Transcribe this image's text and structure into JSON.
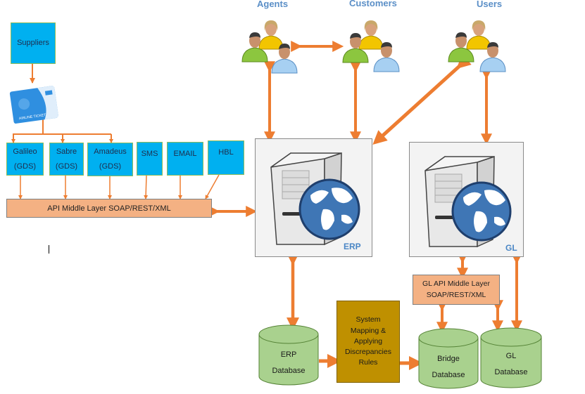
{
  "colors": {
    "arrow": "#ed7d31",
    "supplier_box": "#00b0f0",
    "middle_layer": "#f4b183",
    "mapping_box": "#bf9000",
    "database": "#a9d18e",
    "group_label": "#5b8fc7"
  },
  "user_groups": [
    {
      "label": "Agents",
      "icon": "users-group-icon"
    },
    {
      "label": "Customers",
      "icon": "users-group-icon"
    },
    {
      "label": "Users",
      "icon": "users-group-icon"
    }
  ],
  "suppliers": {
    "label": "Suppliers",
    "icon": "ticket-icon"
  },
  "channels": [
    {
      "line1": "Galileo",
      "line2": "(GDS)"
    },
    {
      "line1": "Sabre",
      "line2": "(GDS)"
    },
    {
      "line1": "Amadeus",
      "line2": "(GDS)"
    },
    {
      "line1": "SMS",
      "line2": ""
    },
    {
      "line1": "EMAIL",
      "line2": ""
    },
    {
      "line1": "HBL",
      "line2": ""
    }
  ],
  "api_middle_layer": "API Middle Layer SOAP/REST/XML",
  "servers": [
    {
      "label": "ERP",
      "icon": "web-server-icon"
    },
    {
      "label": "GL",
      "icon": "web-server-icon"
    }
  ],
  "gl_middle_layer": {
    "line1": "GL API Middle Layer",
    "line2": "SOAP/REST/XML"
  },
  "mapping": {
    "lines": [
      "System",
      "Mapping &",
      "Applying",
      "Discrepancies",
      "Rules"
    ]
  },
  "databases": [
    {
      "line1": "ERP",
      "line2": "Database"
    },
    {
      "line1": "Bridge",
      "line2": "Database"
    },
    {
      "line1": "GL",
      "line2": "Database"
    }
  ]
}
